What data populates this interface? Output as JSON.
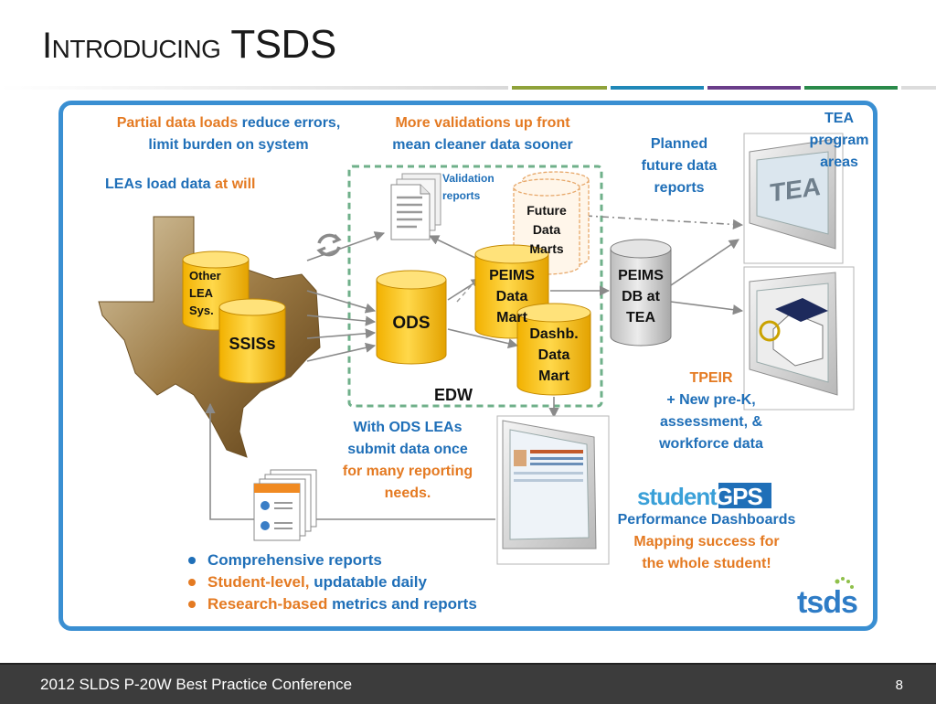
{
  "slide": {
    "title_prefix": "Introducing",
    "title_acronym": "TSDS",
    "page_number": "8",
    "footer": "2012 SLDS P-20W Best Practice Conference"
  },
  "colors": {
    "frame": "#3a8fd2",
    "orange": "#e47a22",
    "blue": "#1f6fb8",
    "cylinder": "#f7c21c",
    "rule_segments": [
      "#8fa23a",
      "#1f88b8",
      "#6a3d8a",
      "#2a8a4a"
    ]
  },
  "notes": {
    "partial_loads": {
      "l1_orange": "Partial data loads",
      "l1_blue": " reduce errors,",
      "l2": "limit burden on system"
    },
    "leas_load": {
      "blue": "LEAs load data ",
      "orange": "at will"
    },
    "validations": {
      "l1": "More validations up front",
      "l2": "mean cleaner data sooner"
    },
    "planned": [
      "Planned",
      "future data",
      "reports"
    ],
    "tea_programs": [
      "TEA",
      "program",
      "areas"
    ],
    "ods_note": {
      "l1": "With ODS LEAs",
      "l2": "submit data once",
      "l3": "for many reporting",
      "l4": "needs."
    },
    "tpeir": {
      "title": "TPEIR",
      "l1": "+ New pre-K,",
      "l2": "assessment, &",
      "l3": "workforce data"
    },
    "dashboards": {
      "l1": "Performance Dashboards",
      "l2": "Mapping success for",
      "l3": "the whole student!"
    }
  },
  "nodes": {
    "validation_reports": [
      "Validation",
      "reports"
    ],
    "other_lea": [
      "Other",
      "LEA",
      "Sys."
    ],
    "ssiss": "SSISs",
    "ods": "ODS",
    "peims_mart": [
      "PEIMS",
      "Data",
      "Mart"
    ],
    "dashb_mart": [
      "Dashb.",
      "Data",
      "Mart"
    ],
    "future_marts": [
      "Future",
      "Data",
      "Marts"
    ],
    "peims_db": [
      "PEIMS",
      "DB at",
      "TEA"
    ],
    "edw": "EDW",
    "tea_screen": "TEA"
  },
  "bullets": [
    {
      "text": "Comprehensive reports"
    },
    {
      "orange": "Student-level, ",
      "blue": "updatable daily"
    },
    {
      "orange": "Research-based",
      "blue": " metrics and reports"
    }
  ],
  "logos": {
    "student_gps_a": "student",
    "student_gps_b": "GPS",
    "tsds": "tsds"
  }
}
